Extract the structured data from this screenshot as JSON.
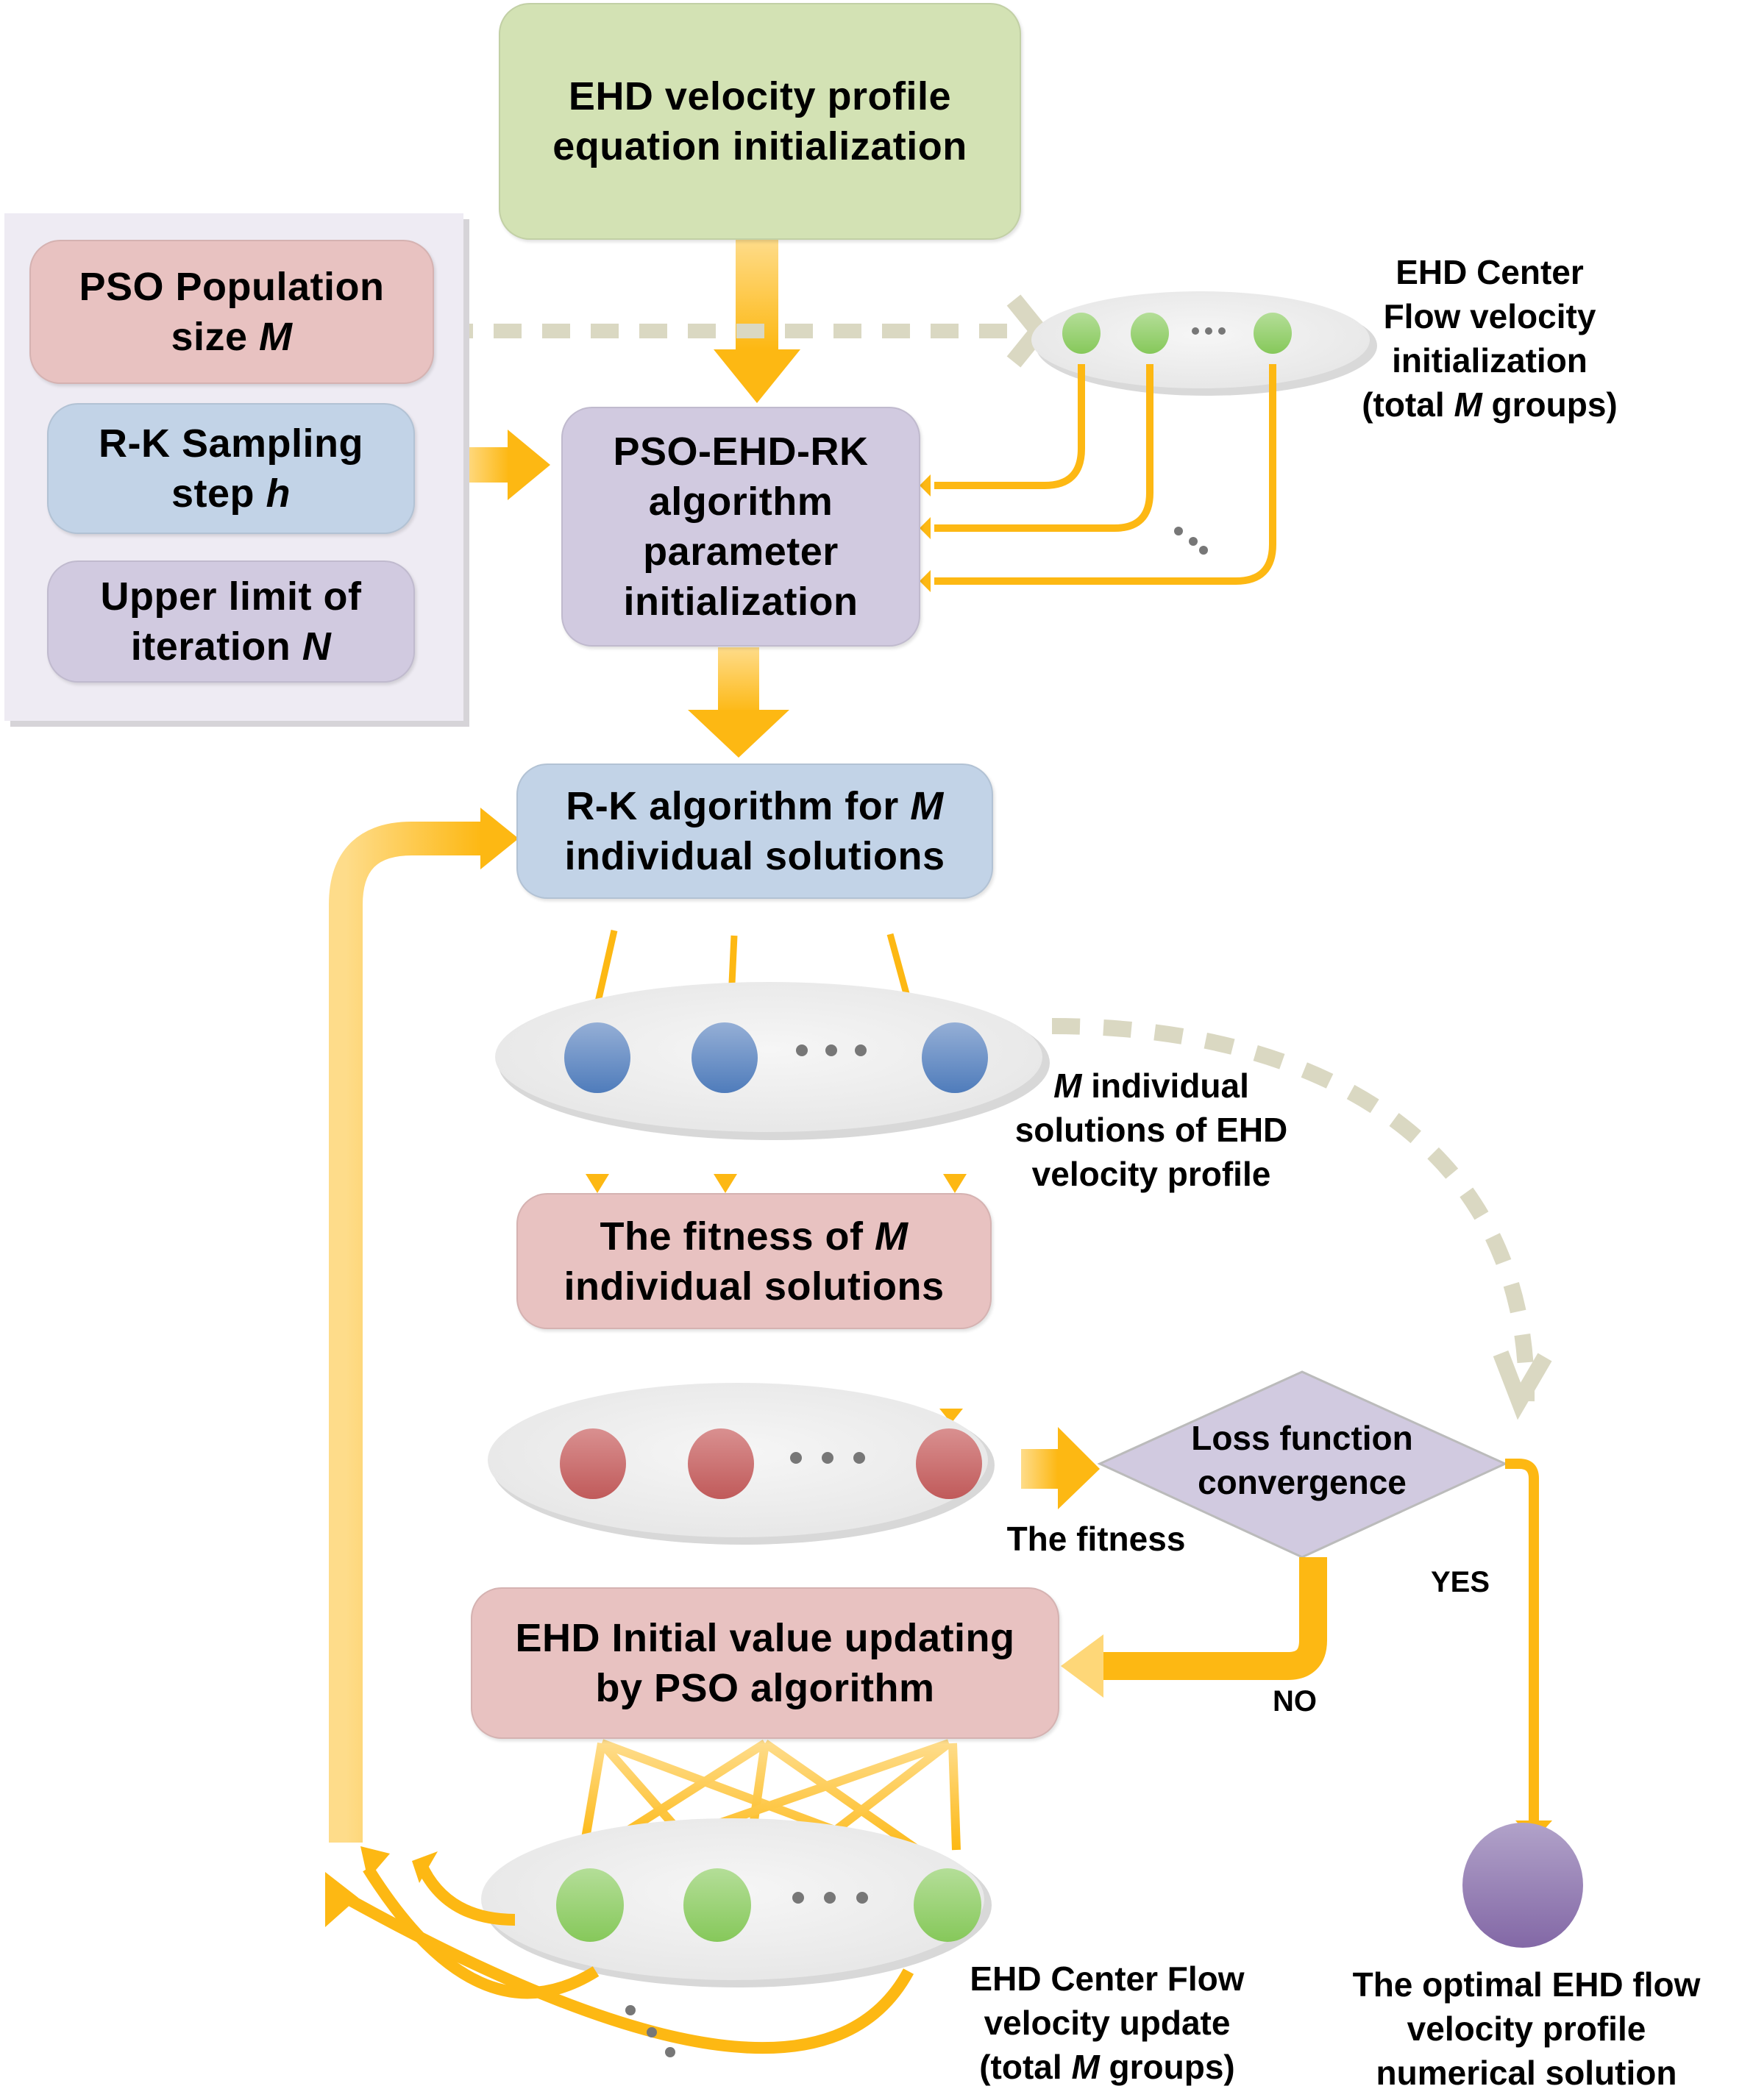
{
  "title_box": {
    "line1": "EHD velocity profile",
    "line2": "equation initialization"
  },
  "input_panel": {
    "population": {
      "line1": "PSO Population",
      "line2_prefix": "size ",
      "line2_var": "M"
    },
    "sampling": {
      "line1": "R-K Sampling",
      "line2_prefix": "step ",
      "line2_var": "h"
    },
    "iteration": {
      "line1": "Upper limit of",
      "line2_prefix": "iteration ",
      "line2_var": "N"
    }
  },
  "param_box": {
    "line1": "PSO-EHD-RK",
    "line2": "algorithm",
    "line3": "parameter",
    "line4": "initialization"
  },
  "center_init_label": {
    "line1": "EHD Center",
    "line2": "Flow velocity",
    "line3": "initialization",
    "line4_prefix": "(total ",
    "line4_var": "M",
    "line4_suffix": " groups)"
  },
  "rk_box": {
    "line1_prefix": "R-K algorithm for ",
    "line1_var": "M",
    "line2": "individual solutions"
  },
  "solutions_label": {
    "line1_var": "M",
    "line1_suffix": " individual",
    "line2": "solutions of EHD",
    "line3": "velocity profile"
  },
  "fitness_box": {
    "line1_prefix": "The fitness of ",
    "line1_var": "M",
    "line2": "individual solutions"
  },
  "fitness_label": "The fitness",
  "decision": {
    "line1": "Loss function",
    "line2": "convergence"
  },
  "yes_label": "YES",
  "no_label": "NO",
  "update_box": {
    "line1": "EHD Initial value updating",
    "line2": "by PSO algorithm"
  },
  "center_update_label": {
    "line1": "EHD Center Flow",
    "line2": "velocity  update",
    "line3_prefix": "(total ",
    "line3_var": "M",
    "line3_suffix": " groups)"
  },
  "result_label": {
    "line1": "The optimal EHD flow",
    "line2": "velocity profile",
    "line3": "numerical solution"
  },
  "ellipsis": "• • •",
  "colors": {
    "arrow": "#fdb813",
    "arrow_light": "#fed778",
    "dashed": "#dad8c2",
    "node_green": "#8fcc62",
    "node_blue": "#5680bd",
    "node_red": "#c45c5c",
    "node_purple": "#8a70aa"
  }
}
